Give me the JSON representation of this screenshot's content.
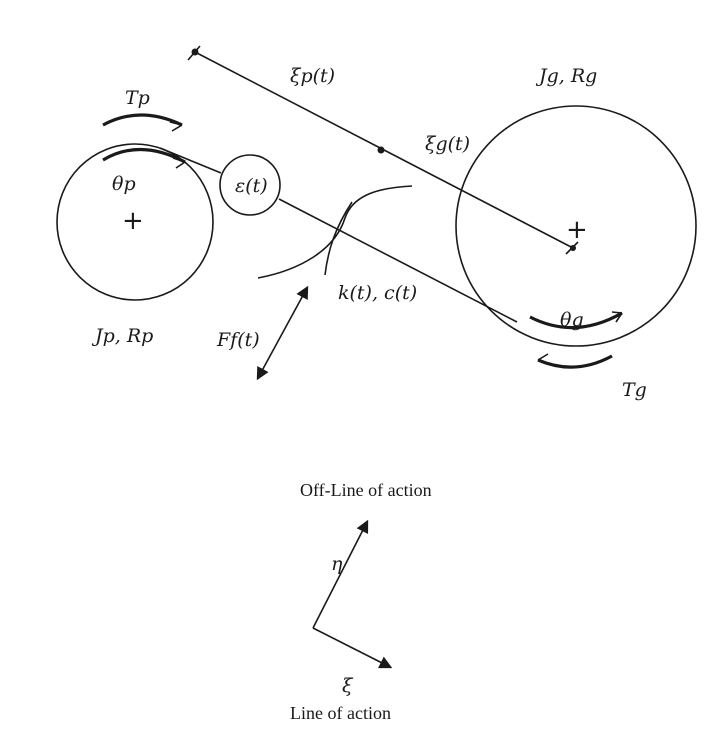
{
  "pinion": {
    "torque": "Tp",
    "angle": "θp",
    "inertia_radius": "Jp, Rp"
  },
  "gear": {
    "torque": "Tg",
    "angle": "θg",
    "inertia_radius": "Jg, Rg"
  },
  "error": {
    "label": "ε(t)"
  },
  "mesh": {
    "stiffness_damping": "k(t), c(t)",
    "friction_force": "Ff(t)"
  },
  "displacement": {
    "pinion": "ξp(t)",
    "gear": "ξg(t)"
  },
  "axes": {
    "eta": "η",
    "xi": "ξ",
    "off_line_of_action": "Off-Line of action",
    "line_of_action": "Line of action"
  }
}
